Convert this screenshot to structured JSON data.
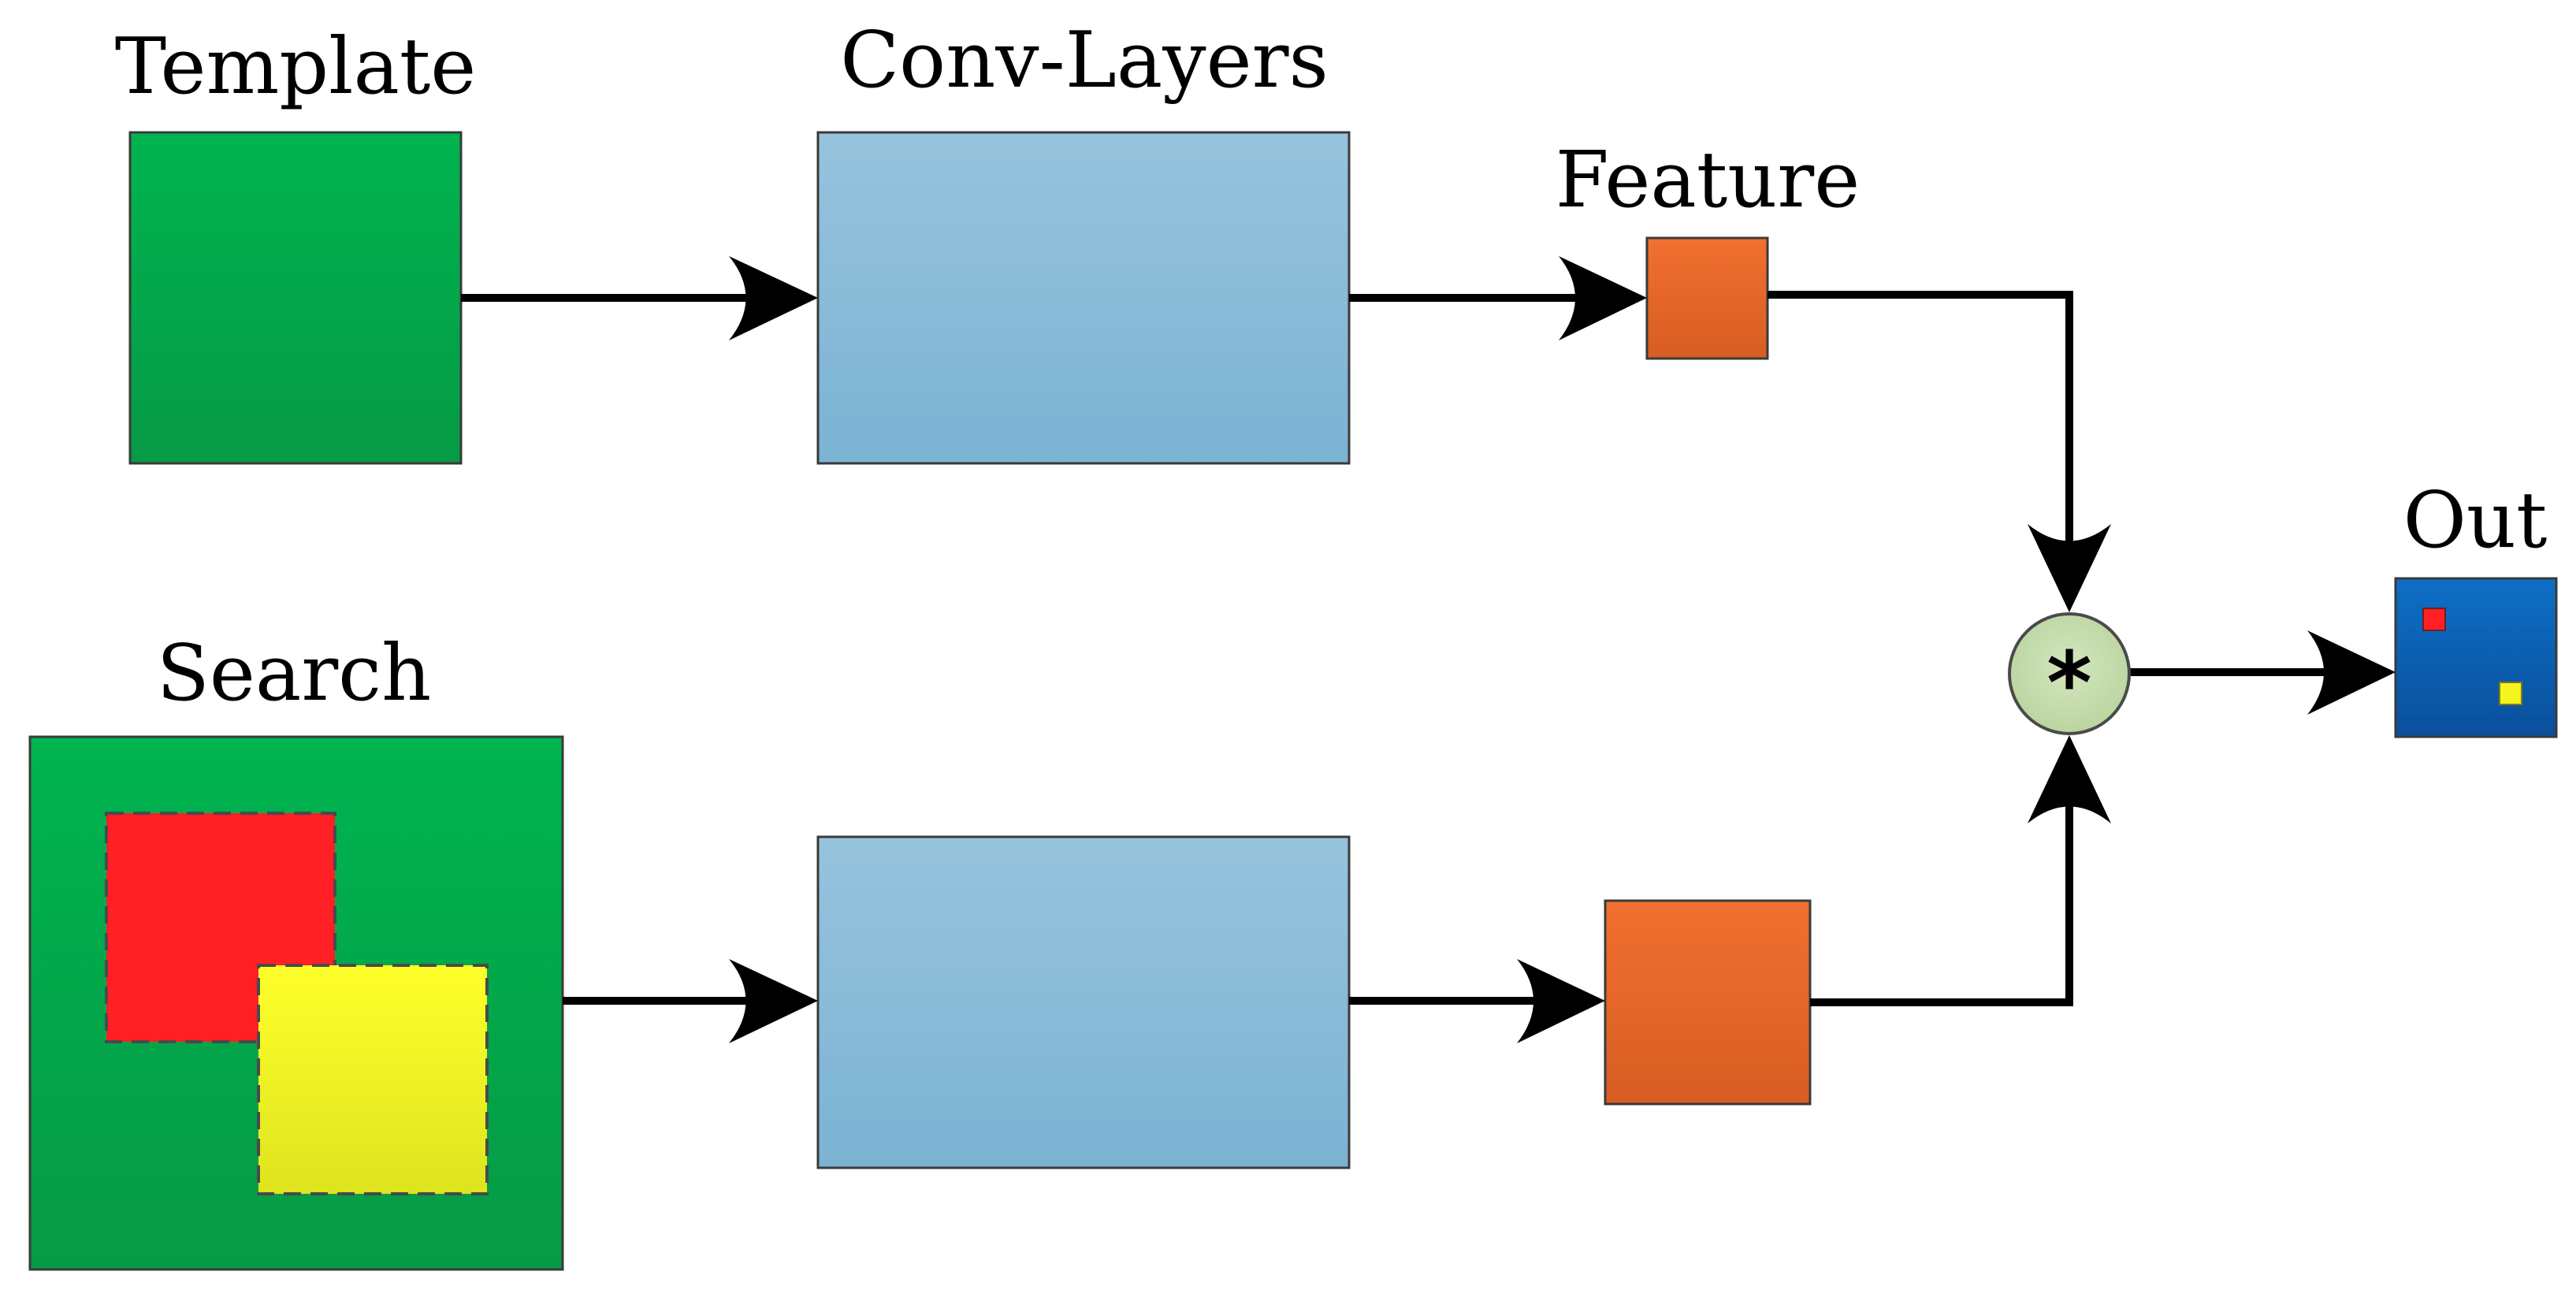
{
  "labels": {
    "template": "Template",
    "conv_layers": "Conv-Layers",
    "feature": "Feature",
    "search": "Search",
    "out": "Out",
    "operator": "*"
  },
  "colors": {
    "green": "#00a94c",
    "blue": "#8bbcdb",
    "orange": "#e96a24",
    "red": "#ff1f25",
    "yellow": "#f5f51e",
    "out_blue": "#0a5fb4",
    "operator": "#c7dcae"
  }
}
